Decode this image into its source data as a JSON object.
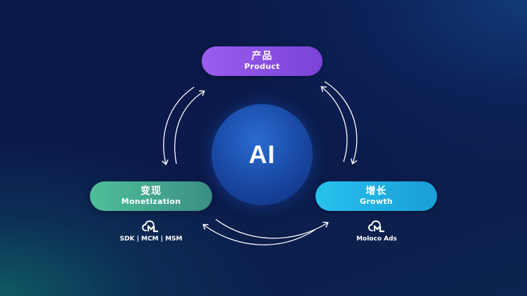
{
  "nodes": {
    "product": {
      "cn": "产品",
      "en": "Product",
      "color": "#8b51e6"
    },
    "monetization": {
      "cn": "变现",
      "en": "Monetization",
      "color": "#46ab90"
    },
    "growth": {
      "cn": "增长",
      "en": "Growth",
      "color": "#22b4e4"
    }
  },
  "center": {
    "label": "AI",
    "color": "#1d55b4"
  },
  "monetization_logo": {
    "icon": "cloud-m-icon",
    "caption": "SDK | MCM | MSM"
  },
  "growth_logo": {
    "icon": "cloud-m-icon",
    "caption": "Moloco Ads"
  }
}
